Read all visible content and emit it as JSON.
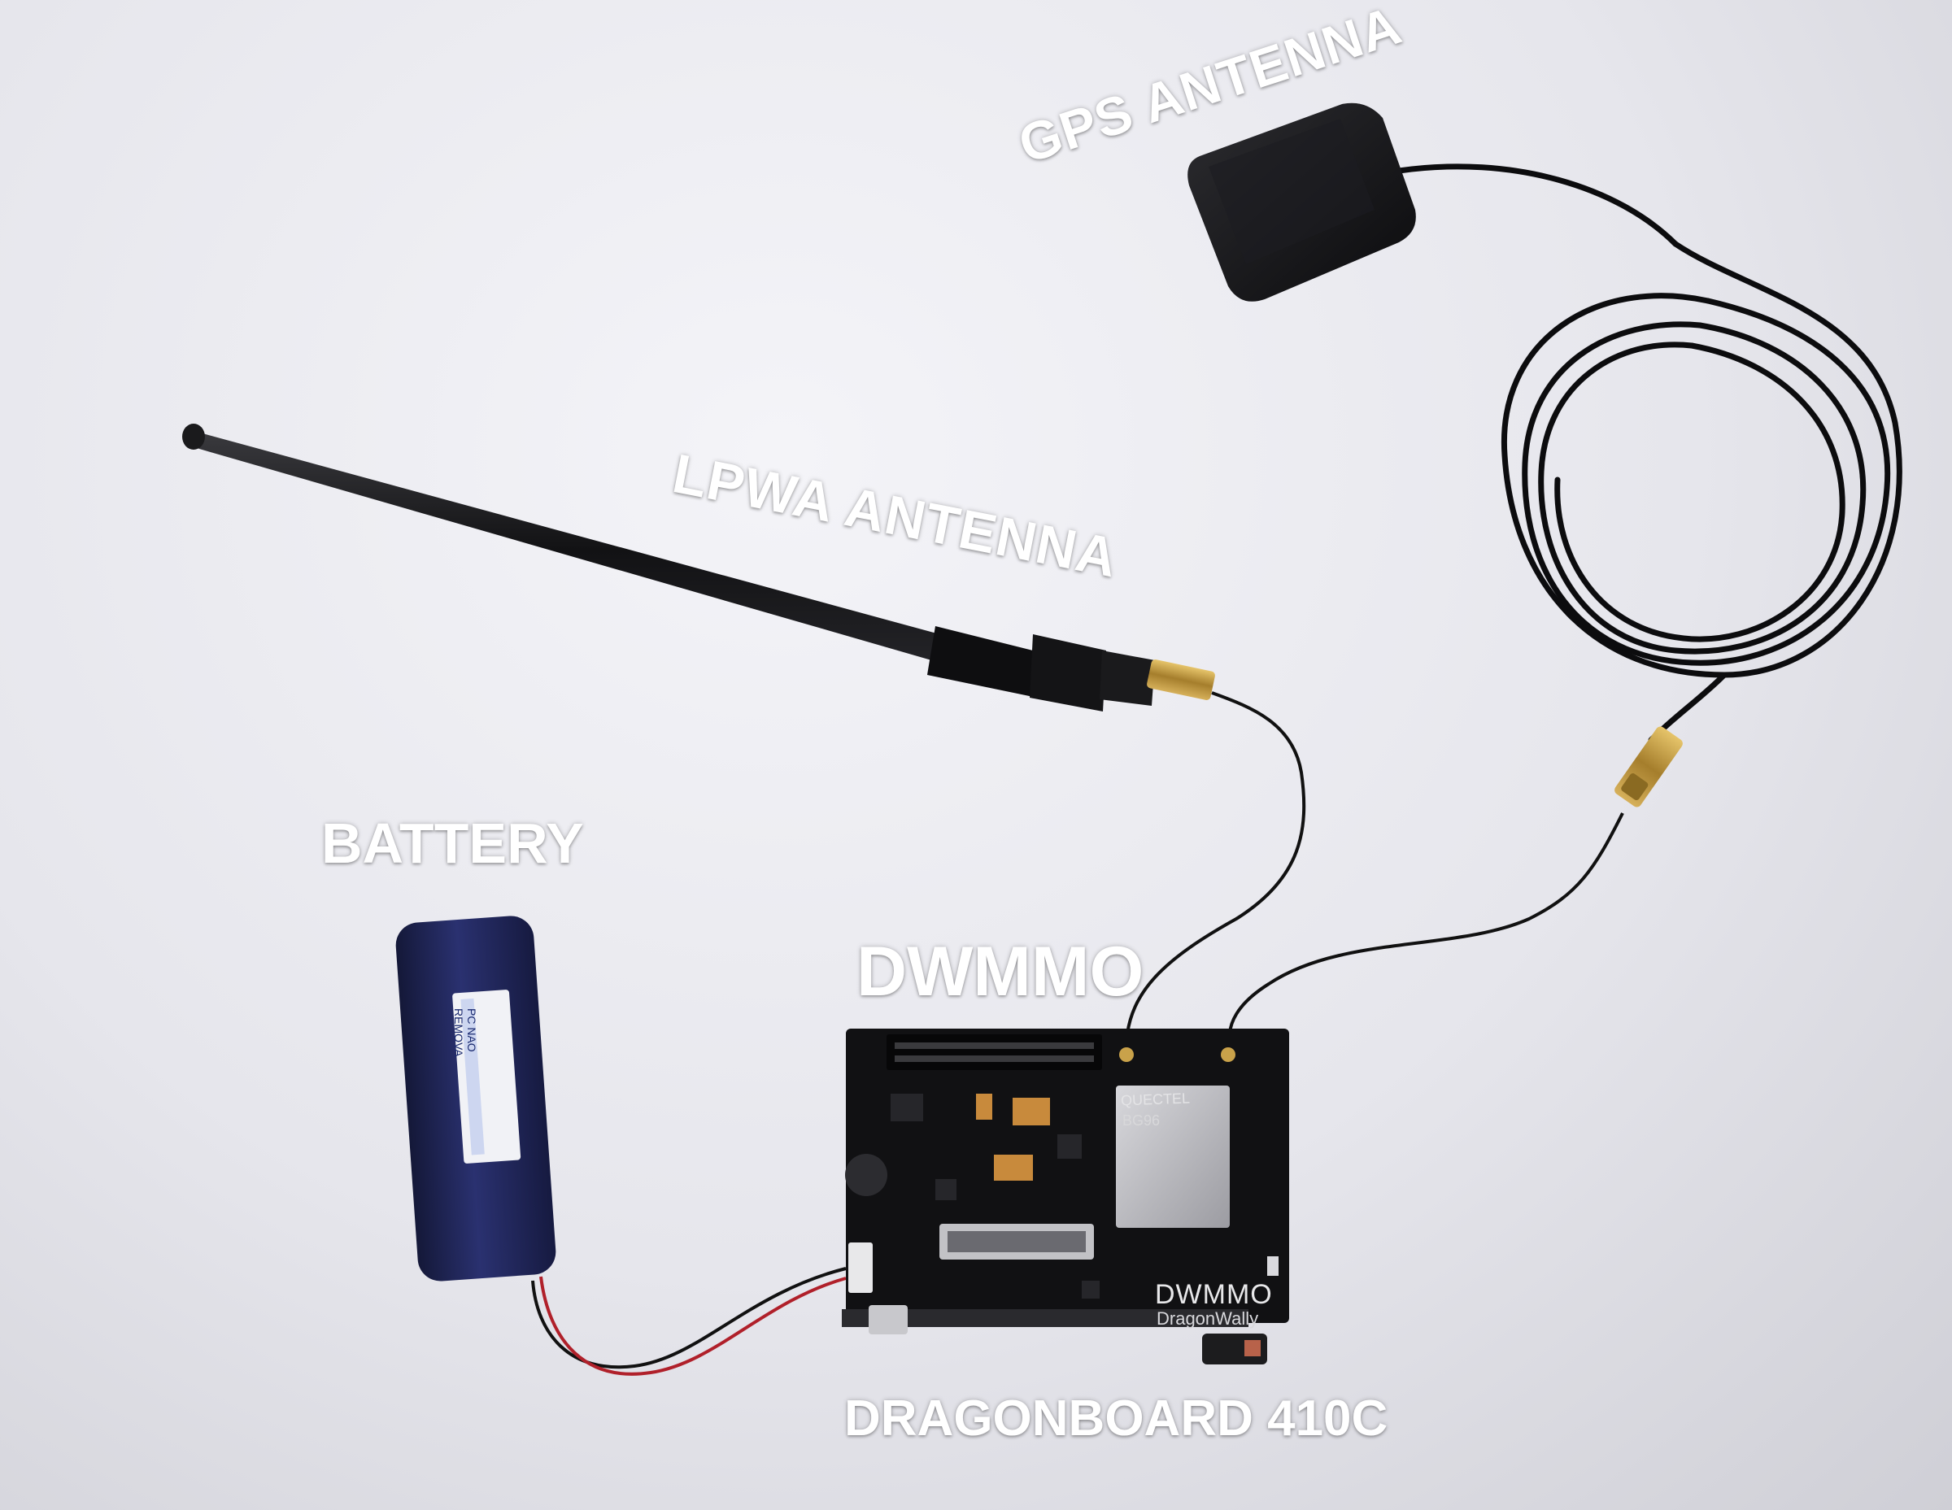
{
  "labels": {
    "gps_antenna": "GPS ANTENNA",
    "lpwa_antenna": "LPWA ANTENNA",
    "battery": "BATTERY",
    "dwmmo": "DWMMO",
    "dragonboard": "DRAGONBOARD 410C"
  },
  "board": {
    "logo": "DWMMO",
    "logo_sub": "DragonWally",
    "module_brand": "QUECTEL",
    "module_model": "BG96"
  },
  "battery": {
    "sticker_text": "PC NAO REMOVA"
  },
  "colors": {
    "background": "#e9e9ee",
    "label_text": "#ffffff",
    "board_pcb": "#111113",
    "battery_wrap": "#1e2350",
    "antenna_body": "#151517",
    "connector_gold": "#c9a24a",
    "wire_red": "#b0202a"
  }
}
